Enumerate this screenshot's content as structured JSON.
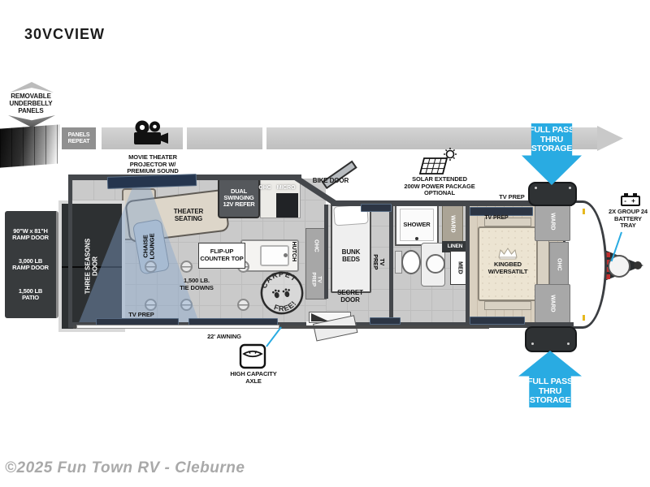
{
  "title": "30VCVIEW",
  "watermark": "©2025 Fun Town RV - Cleburne",
  "colors": {
    "accent_blue": "#29abe2",
    "panel_dark": "#2f3234",
    "banner_gray": "#c7c7c7"
  },
  "exterior": {
    "underbelly": "REMOVABLE\nUNDERBELLY\nPANELS",
    "panels_repeat": "PANELS\nREPEAT",
    "projector": "MOVIE THEATER\nPROJECTOR W/\nPREMIUM SOUND",
    "solar": "SOLAR EXTENDED\n200W POWER PACKAGE\nOPTIONAL",
    "pass_thru": "FULL PASS\nTHRU\nSTORAGE",
    "battery_tray": "2X GROUP 24\nBATTERY\nTRAY",
    "battery_icon": "-  +",
    "bike_door": "BIKE DOOR",
    "awning": "22' AWNING",
    "axle": "HIGH CAPACITY\nAXLE",
    "tv_prep": "TV PREP"
  },
  "interior": {
    "ramp_size": "90\"W x 81\"H\nRAMP DOOR",
    "ramp_weight": "3,000 LB\nRAMP DOOR",
    "patio": "1,500 LB\nPATIO",
    "three_seasons": "THREE SEASONS\nDOOR",
    "theater": "THEATER\nSEATING",
    "chaise": "CHAISE\nLOUNGE",
    "refer": "DUAL\nSWINGING\n12V REFER",
    "ohc": "OHC",
    "micro": "MICRO",
    "flip_counter": "FLIP-UP\nCOUNTER TOP",
    "tie_downs": "1,500 LB.\nTIE DOWNS",
    "stamp_top": "CARPET",
    "stamp_bottom": "FREE!",
    "hutch": "HUTCH",
    "tv_prep": "TV PREP",
    "bunk": "BUNK\nBEDS",
    "secret": "SECRET\nDOOR",
    "shower": "SHOWER",
    "ward": "WARD",
    "linen": "LINEN",
    "med": "MED",
    "king": "KINGBED\nW/VERSATILT"
  }
}
